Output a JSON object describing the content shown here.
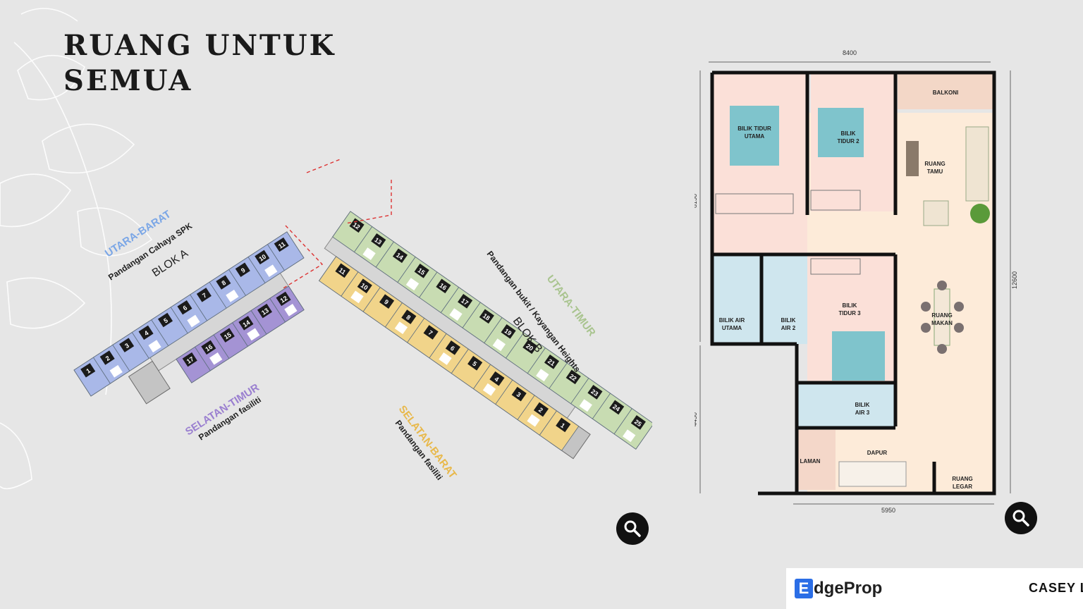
{
  "page": {
    "title_line1": "RUANG UNTUK",
    "title_line2": "SEMUA"
  },
  "blok_a": {
    "name": "BLOK A",
    "north_dir": "UTARA-BARAT",
    "north_view": "Pandangan Cahaya SPK",
    "south_dir": "SELATAN-TIMUR",
    "south_view": "Pandangan fasiliti",
    "north_units": [
      "1",
      "2",
      "3",
      "4",
      "5",
      "6",
      "7",
      "8",
      "9",
      "10",
      "11"
    ],
    "south_units": [
      "17",
      "16",
      "15",
      "14",
      "13",
      "12"
    ],
    "colors": {
      "north": "#a9b8e8",
      "south": "#a493d4",
      "core": "#c4c4c4"
    }
  },
  "blok_b": {
    "name": "BLOK B",
    "north_dir": "UTARA-TIMUR",
    "north_view": "Pandangan bukit / Kayangan Heights",
    "south_dir": "SELATAN-BARAT",
    "south_view": "Pandangan fasiliti",
    "north_units": [
      "12",
      "13",
      "14",
      "15",
      "16",
      "17",
      "18",
      "19",
      "20",
      "21",
      "22",
      "23",
      "24",
      "25"
    ],
    "south_units": [
      "11",
      "10",
      "9",
      "8",
      "7",
      "6",
      "5",
      "4",
      "3",
      "2",
      "1"
    ],
    "colors": {
      "north": "#c8dcb2",
      "south": "#f1d48a",
      "core": "#c4c4c4"
    }
  },
  "floor_plan": {
    "dim_top": "8400",
    "dim_left_upper": "8150",
    "dim_left_lower": "4450",
    "dim_right": "12600",
    "dim_bottom": "5950",
    "rooms": {
      "balkoni": "BALKONI",
      "master_l1": "BILIK TIDUR",
      "master_l2": "UTAMA",
      "bed2_l1": "BILIK",
      "bed2_l2": "TIDUR 2",
      "tamu_l1": "RUANG",
      "tamu_l2": "TAMU",
      "bath1_l1": "BILIK AIR",
      "bath1_l2": "UTAMA",
      "bath2_l1": "BILIK",
      "bath2_l2": "AIR 2",
      "bed3_l1": "BILIK",
      "bed3_l2": "TIDUR 3",
      "makan_l1": "RUANG",
      "makan_l2": "MAKAN",
      "bath3_l1": "BILIK",
      "bath3_l2": "AIR 3",
      "laman": "LAMAN",
      "dapur": "DAPUR",
      "legar_l1": "RUANG",
      "legar_l2": "LEGAR"
    },
    "colors": {
      "room": "#fbe0d8",
      "bath": "#cfe6ee",
      "bed": "#7fc4cc",
      "living": "#fdebd9",
      "wall": "#111111"
    }
  },
  "footer": {
    "logo_mark": "E",
    "logo_text": "dgeProp",
    "agent": "CASEY L"
  }
}
